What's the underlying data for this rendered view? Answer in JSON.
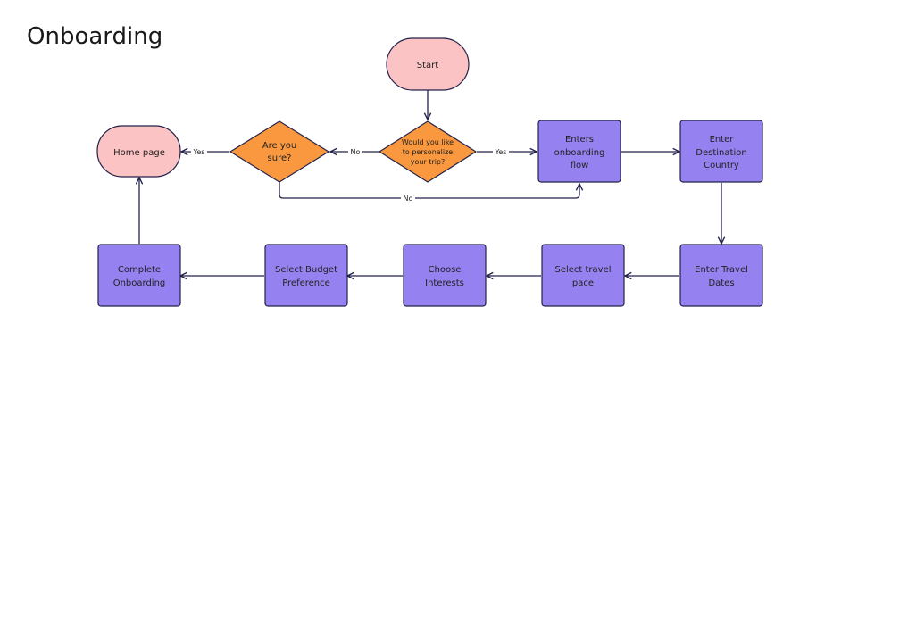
{
  "title": "Onboarding",
  "colors": {
    "terminal_fill": "#fbc3c3",
    "decision_fill": "#f9983f",
    "process_fill": "#9582f0",
    "stroke": "#23224a",
    "line": "#23224a"
  },
  "nodes": {
    "start": "Start",
    "personalize_decision": [
      "Would you like",
      "to personalize",
      "your trip?"
    ],
    "sure_decision": [
      "Are you",
      "sure?"
    ],
    "home_page": "Home page",
    "enters_flow": [
      "Enters",
      "onboarding",
      "flow"
    ],
    "destination": [
      "Enter",
      "Destination",
      "Country"
    ],
    "travel_dates": [
      "Enter Travel",
      "Dates"
    ],
    "travel_pace": [
      "Select travel",
      "pace"
    ],
    "interests": [
      "Choose",
      "Interests"
    ],
    "budget": [
      "Select Budget",
      "Preference"
    ],
    "complete": [
      "Complete",
      "Onboarding"
    ]
  },
  "edge_labels": {
    "yes_to_flow": "Yes",
    "no_to_sure": "No",
    "yes_to_home": "Yes",
    "no_back_to_flow": "No"
  }
}
